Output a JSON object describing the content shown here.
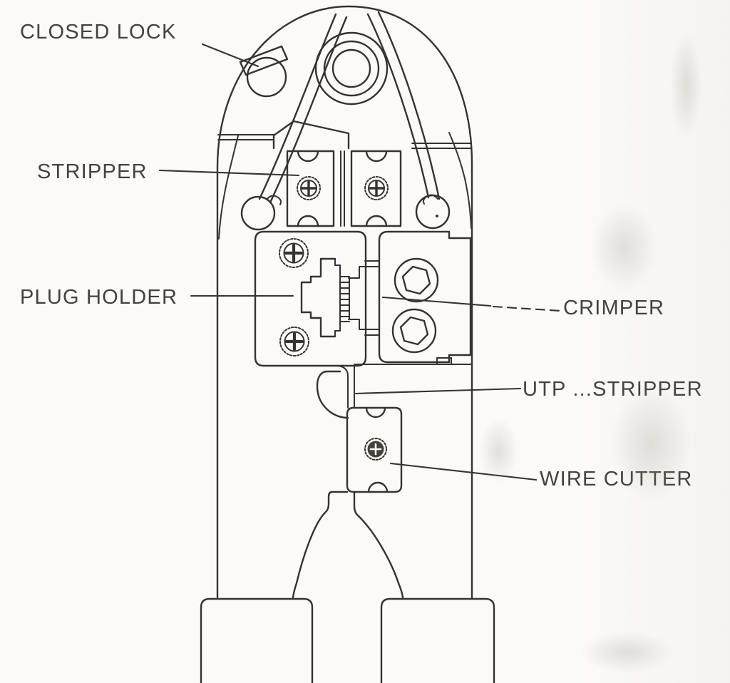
{
  "figure": {
    "colors": {
      "ink": "#35332e",
      "paper": "#fbfaf6",
      "label": "#45423c"
    },
    "labels": [
      {
        "id": "closed-lock",
        "text": "CLOSED LOCK"
      },
      {
        "id": "stripper",
        "text": "STRIPPER"
      },
      {
        "id": "plug-holder",
        "text": "PLUG HOLDER"
      },
      {
        "id": "crimper",
        "text": "CRIMPER"
      },
      {
        "id": "utp-stripper",
        "text": "UTP ...STRIPPER"
      },
      {
        "id": "wire-cutter",
        "text": "WIRE CUTTER"
      }
    ]
  }
}
